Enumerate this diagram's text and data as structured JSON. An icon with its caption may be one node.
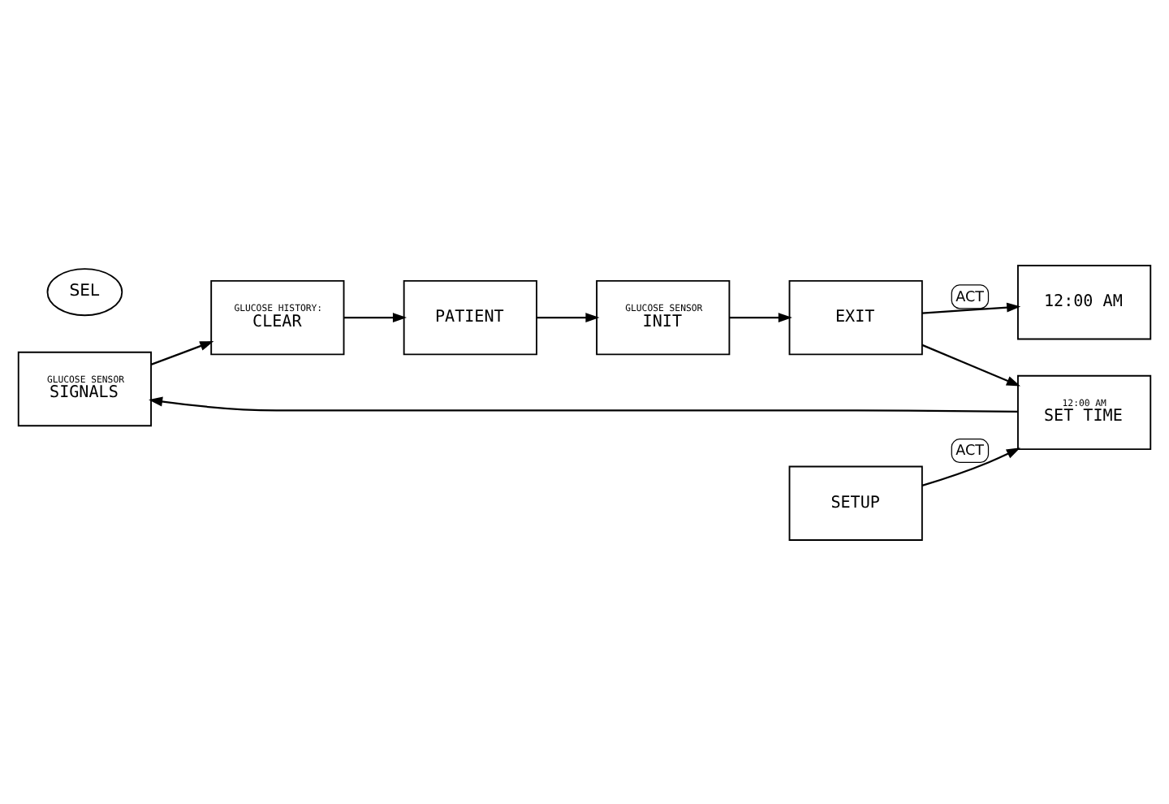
{
  "diagram": {
    "nodes": [
      {
        "text": [
          "GLUCOSE SENSOR",
          "SIGNALS"
        ]
      },
      {
        "text": [
          "SETUP"
        ]
      },
      {
        "text": [
          "12:00 AM",
          "SET TIME"
        ]
      },
      {
        "text": [
          "GLUCOSE HISTORY:",
          "CLEAR"
        ]
      },
      {
        "text": [
          "SEL"
        ]
      },
      {
        "text": [
          "12:00 AM"
        ]
      },
      {
        "text": [
          "EXIT"
        ]
      },
      {
        "text": [
          "PATIENT"
        ]
      },
      {
        "text": [
          "GLUCOSE SENSOR",
          "INIT"
        ]
      }
    ],
    "edges": [
      {
        "from": 1,
        "to": 2,
        "arrow": "to",
        "label": "ACT"
      },
      {
        "from": 2,
        "to": 0,
        "arrow": "to"
      },
      {
        "from": 0,
        "to": 3,
        "arrow": "to"
      },
      {
        "from": 3,
        "to": 7,
        "arrow": "to"
      },
      {
        "from": 7,
        "to": 8,
        "arrow": "to"
      },
      {
        "from": 8,
        "to": 6,
        "arrow": "to"
      },
      {
        "from": 6,
        "to": 2,
        "arrow": "to"
      },
      {
        "from": 6,
        "to": 5,
        "arrow": "to",
        "label": "ACT"
      }
    ]
  }
}
